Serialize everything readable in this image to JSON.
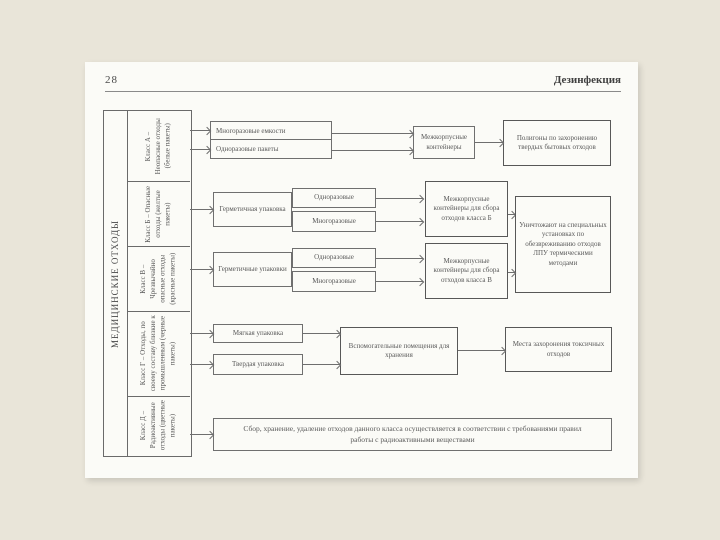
{
  "colors": {
    "slide_background": "#e9e5d9",
    "page_background": "#fbfbf7",
    "line": "#6e6e6e",
    "text": "#585858"
  },
  "page": {
    "number": "28",
    "header": "Дезинфекция"
  },
  "diagram": {
    "root": "МЕДИЦИНСКИЕ ОТХОДЫ",
    "classes": [
      {
        "label": "Класс А – Неопасные отходы (белые пакеты)"
      },
      {
        "label": "Класс Б – Опасные отходы (желтые пакеты)"
      },
      {
        "label": "Класс В – Чрезвычайно опасные отходы (красные пакеты)"
      },
      {
        "label": "Класс Г – Отходы, по своему составу близкие к промышленным (черные пакеты)"
      },
      {
        "label": "Класс Д – Радиоактивные отходы (цветные пакеты)"
      }
    ],
    "boxes": {
      "a_reusable": "Многоразовые емкости",
      "a_disposable": "Одноразовые пакеты",
      "a_containers": "Межкорпусные контейнеры",
      "a_landfill": "Полигоны по захоронению твердых бытовых отходов",
      "b_hermetic": "Герметичная упаковка",
      "b_disposable": "Одноразовые",
      "b_reusable": "Многоразовые",
      "b_containers": "Межкорпусные контейнеры для сбора отходов класса Б",
      "v_hermetic": "Герметичные упаковки",
      "v_disposable": "Одноразовые",
      "v_reusable": "Многоразовые",
      "v_containers": "Межкорпусные контейнеры для сбора отходов класса В",
      "bv_destroy": "Уничтожают на специальных установках по обезвреживанию отходов ЛПУ термическими методами",
      "g_soft": "Мягкая упаковка",
      "g_hard": "Твердая упаковка",
      "g_storage": "Вспомогательные помещения для хранения",
      "g_burial": "Места захоронения токсичных отходов",
      "d_rule": "Сбор, хранение, удаление отходов данного класса осуществляется в соответствии с требованиями правил работы с радиоактивными веществами"
    }
  }
}
